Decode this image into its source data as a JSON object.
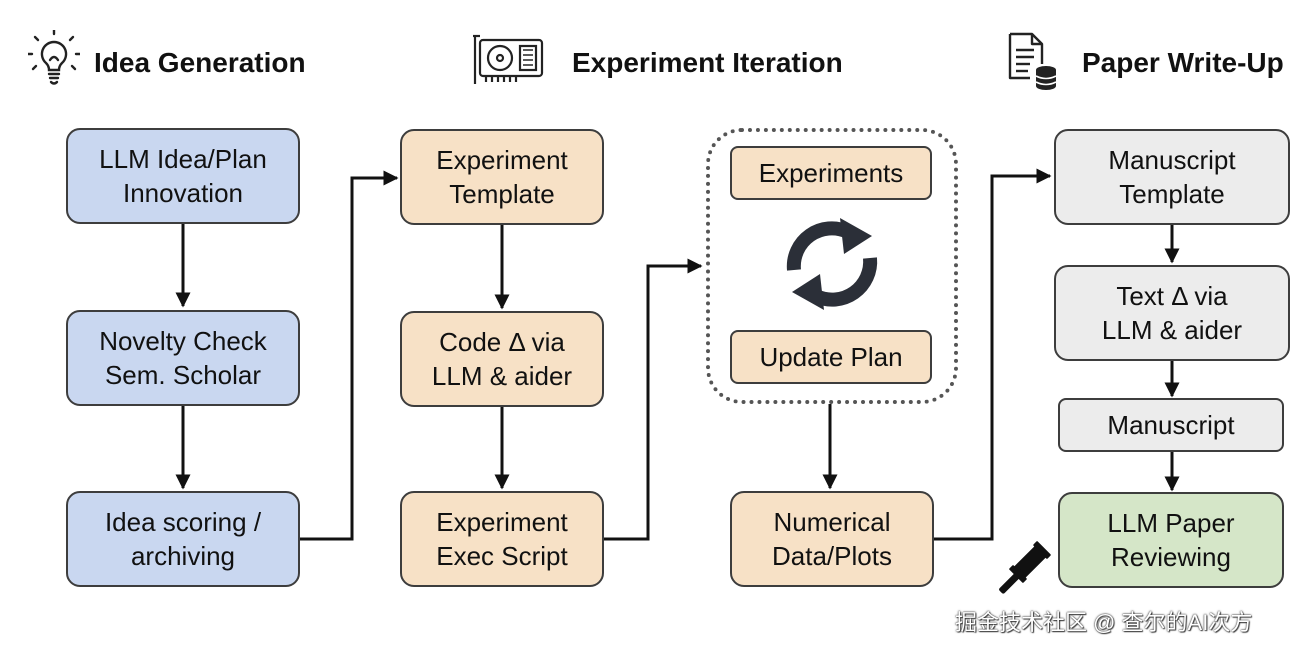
{
  "headers": {
    "idea": "Idea Generation",
    "experiment": "Experiment Iteration",
    "paper": "Paper Write-Up"
  },
  "idea_column": {
    "box1": "LLM Idea/Plan\nInnovation",
    "box2": "Novelty Check\nSem. Scholar",
    "box3": "Idea scoring /\narchiving"
  },
  "experiment_column": {
    "box1": "Experiment\nTemplate",
    "box2": "Code Δ via\nLLM & aider",
    "box3": "Experiment\nExec Script"
  },
  "loop_column": {
    "experiments": "Experiments",
    "update_plan": "Update Plan",
    "output": "Numerical\nData/Plots"
  },
  "paper_column": {
    "box1": "Manuscript\nTemplate",
    "box2": "Text Δ via\nLLM & aider",
    "box3": "Manuscript",
    "box4": "LLM Paper\nReviewing"
  },
  "icons": {
    "idea": "lightbulb-icon",
    "experiment": "gpu-card-icon",
    "paper": "document-database-icon",
    "loop": "cycle-arrows-icon",
    "review": "gavel-icon"
  },
  "colors": {
    "idea": "#c9d7f0",
    "experiment": "#f7e1c6",
    "paper": "#ececec",
    "review": "#d5e6c8",
    "stroke": "#111111"
  },
  "watermark": "掘金技术社区 @ 查尔的AI次方"
}
